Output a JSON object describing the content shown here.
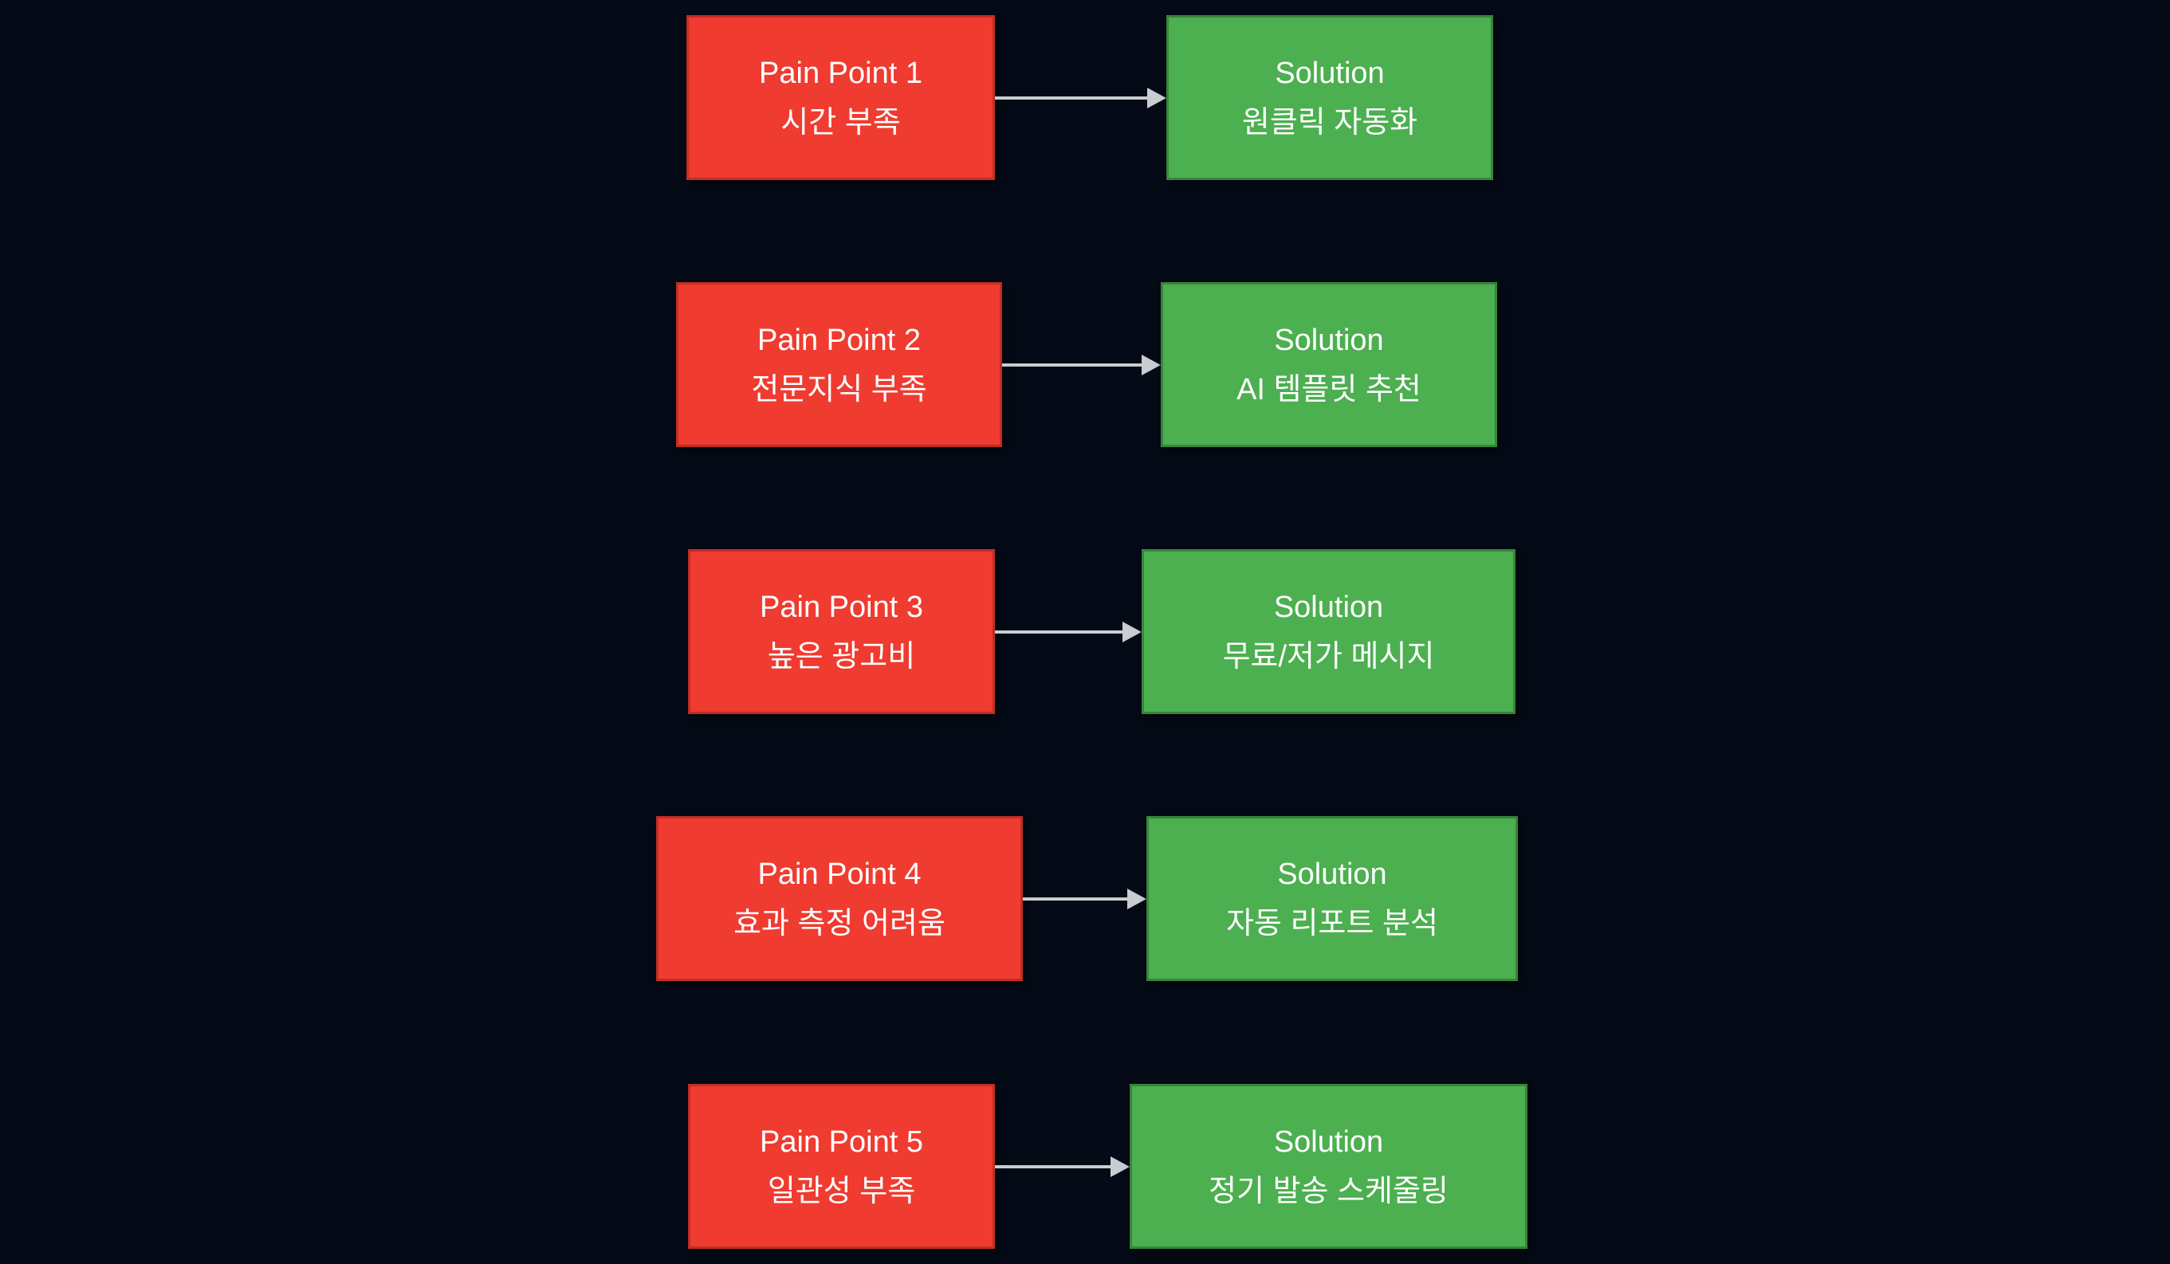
{
  "background_color": "#040a16",
  "colors": {
    "pain_fill": "#f03b30",
    "pain_border": "#bf2e26",
    "solution_fill": "#4caf50",
    "solution_border": "#38843c",
    "arrow": "#c9ccd1",
    "text": "#ffffff"
  },
  "rows": [
    {
      "pain_title": "Pain Point 1",
      "pain_detail": "시간 부족",
      "solution_title": "Solution",
      "solution_detail": "원클릭 자동화"
    },
    {
      "pain_title": "Pain Point 2",
      "pain_detail": "전문지식 부족",
      "solution_title": "Solution",
      "solution_detail": "AI 템플릿 추천"
    },
    {
      "pain_title": "Pain Point 3",
      "pain_detail": "높은 광고비",
      "solution_title": "Solution",
      "solution_detail": "무료/저가 메시지"
    },
    {
      "pain_title": "Pain Point 4",
      "pain_detail": "효과 측정 어려움",
      "solution_title": "Solution",
      "solution_detail": "자동 리포트 분석"
    },
    {
      "pain_title": "Pain Point 5",
      "pain_detail": "일관성 부족",
      "solution_title": "Solution",
      "solution_detail": "정기 발송 스케줄링"
    }
  ]
}
